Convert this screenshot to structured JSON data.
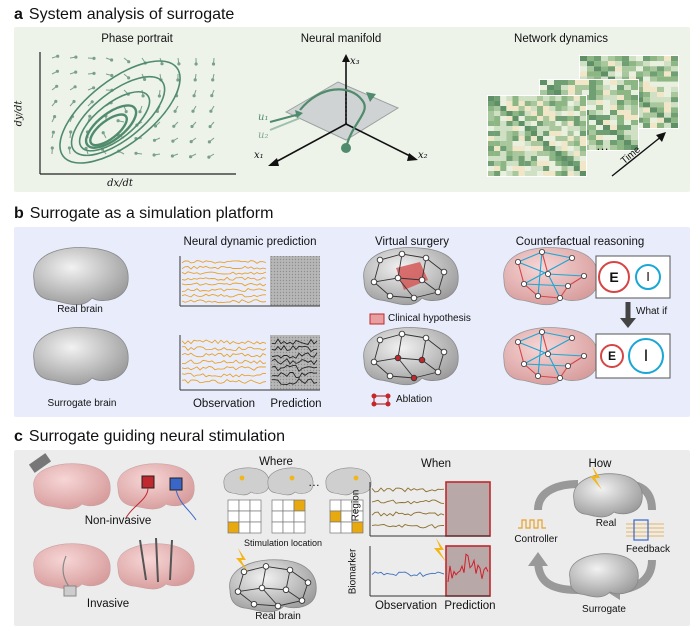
{
  "section_a": {
    "letter": "a",
    "title": "System analysis of surrogate",
    "phase_portrait": {
      "title": "Phase portrait",
      "ylabel": "dy/dt",
      "xlabel": "dx/dt"
    },
    "neural_manifold": {
      "title": "Neural manifold",
      "axes": [
        "x₃",
        "x₂",
        "x₁"
      ],
      "inputs": [
        "u₁",
        "u₂"
      ]
    },
    "network_dynamics": {
      "title": "Network dynamics",
      "time_label": "Time",
      "ellipsis": "…"
    }
  },
  "section_b": {
    "letter": "b",
    "title": "Surrogate as a simulation platform",
    "real_brain": "Real brain",
    "surrogate_brain": "Surrogate brain",
    "prediction_title": "Neural dynamic prediction",
    "observation": "Observation",
    "prediction": "Prediction",
    "virtual_surgery": "Virtual surgery",
    "clinical_hypothesis": "Clinical hypothesis",
    "ablation": "Ablation",
    "counterfactual": "Counterfactual reasoning",
    "e_label": "E",
    "i_label": "I",
    "what_if": "What if"
  },
  "section_c": {
    "letter": "c",
    "title": "Surrogate guiding neural stimulation",
    "non_invasive": "Non-invasive",
    "invasive": "Invasive",
    "where": "Where",
    "stim_location": "Stimulation location",
    "real_brain": "Real brain",
    "when": "When",
    "region": "Region",
    "biomarker": "Biomarker",
    "observation": "Observation",
    "prediction": "Prediction",
    "how": "How",
    "real": "Real",
    "controller": "Controller",
    "feedback": "Feedback",
    "surrogate": "Surrogate"
  },
  "colors": {
    "panel_a": "#eef3ea",
    "panel_b": "#e9edfb",
    "panel_c": "#ececec",
    "green": "#5a8f73",
    "orange": "#e8a12a",
    "red": "#c0282d",
    "blue": "#1aa7d6",
    "brown": "#8a6d2a"
  }
}
